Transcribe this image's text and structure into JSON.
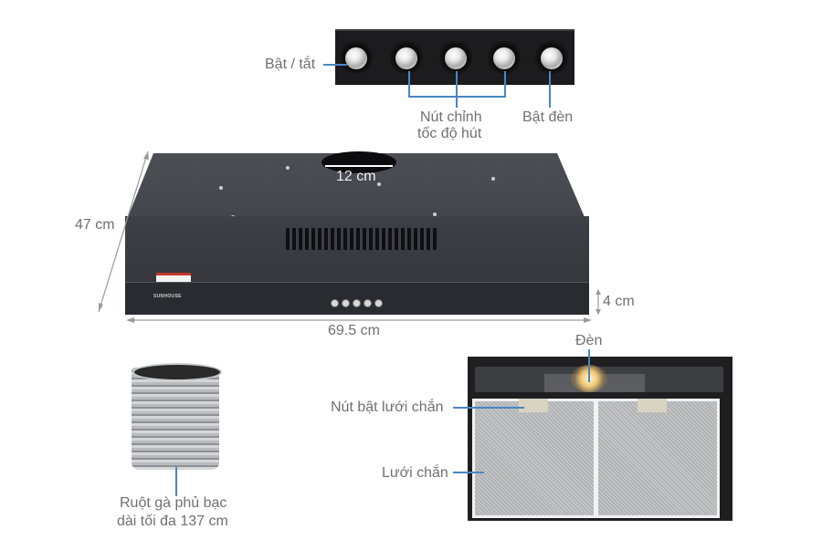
{
  "product": {
    "brand": "SUNHOUSE",
    "type": "Range hood (máy hút mùi)"
  },
  "controls": {
    "power_label": "Bật / tắt",
    "speed_label_line1": "Nút chỉnh",
    "speed_label_line2": "tốc độ hút",
    "light_label": "Bật đèn",
    "knob_count": 5
  },
  "dimensions": {
    "duct_diameter": "12 cm",
    "depth": "47 cm",
    "width": "69.5 cm",
    "height": "4 cm"
  },
  "duct": {
    "label_line1": "Ruột gà phủ bạc",
    "label_line2": "dài tối đa 137 cm"
  },
  "filter_view": {
    "lamp_label": "Đèn",
    "latch_label": "Nút bật lưới chắn",
    "filter_label": "Lưới chắn"
  },
  "colors": {
    "callout_line": "#4a86c5",
    "label_text": "#707070",
    "hood_body": "#3e4047"
  }
}
